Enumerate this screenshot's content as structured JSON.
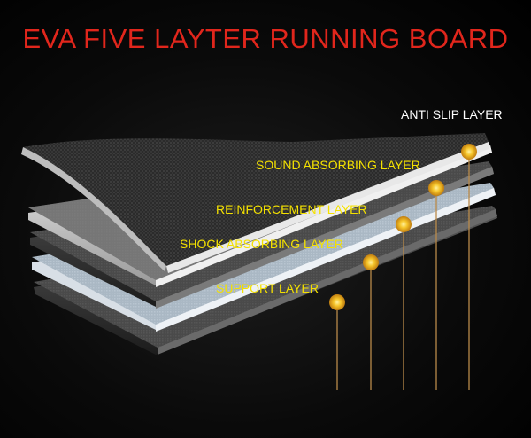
{
  "title": "EVA FIVE LAYTER RUNNING BOARD",
  "colors": {
    "title": "#e1261c",
    "label": "#f4e100",
    "label_white": "#ffffff",
    "marker": "#f2b41a",
    "leader_line": "#b98a4a"
  },
  "layers": [
    {
      "label": "ANTI SLIP LAYER",
      "color": "#ffffff"
    },
    {
      "label": "SOUND ABSORBING LAYER",
      "color": "#f4e100"
    },
    {
      "label": "REINFORCEMENT LAYER",
      "color": "#f4e100"
    },
    {
      "label": "SHOCK ABSORBING LAYER",
      "color": "#f4e100"
    },
    {
      "label": "SUPPORT LAYER",
      "color": "#f4e100"
    }
  ]
}
